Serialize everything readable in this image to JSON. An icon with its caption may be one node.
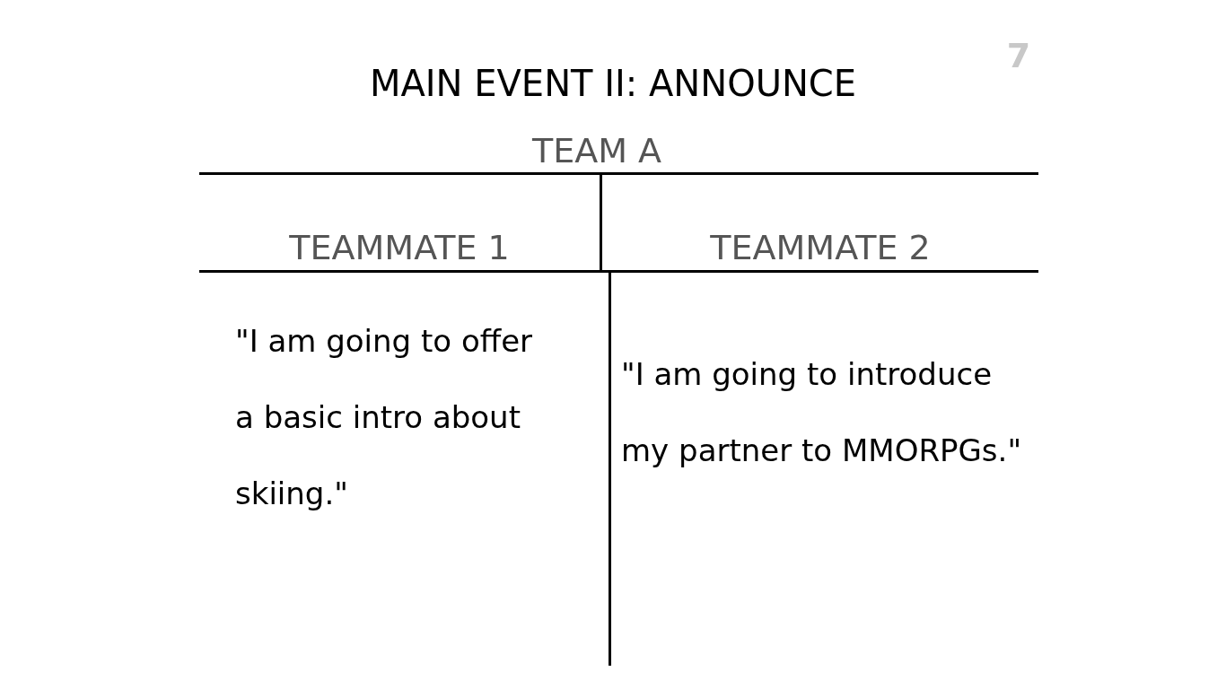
{
  "diagram": {
    "title": "MAIN EVENT II: ANNOUNCE",
    "labels": [
      "7",
      "TEAM A",
      "TEAMMATE 1",
      "TEAMMATE 2",
      "\"I am going to offer a basic intro about skiing.\"",
      "\"I am going to introduce my partner to MMORPGs.\""
    ]
  }
}
